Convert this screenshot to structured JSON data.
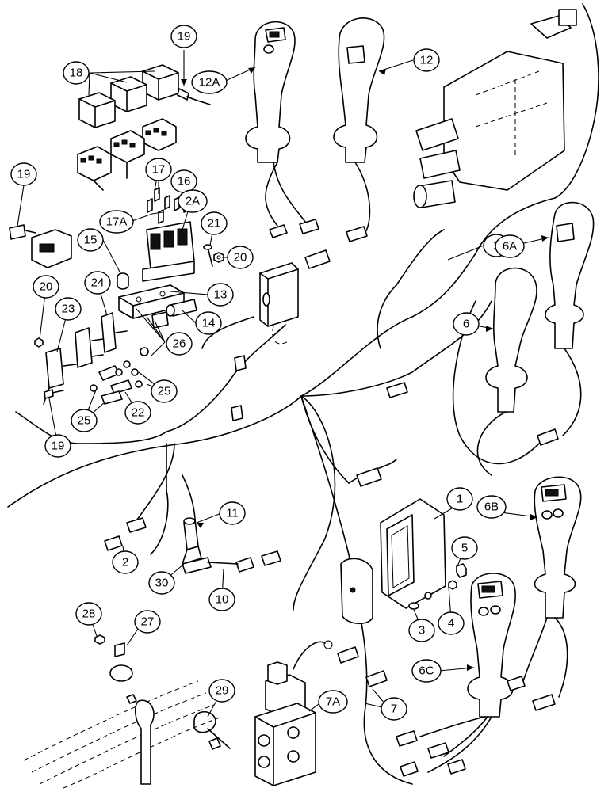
{
  "callouts": {
    "c1a": "1",
    "c1b": "1",
    "c2": "2",
    "c2A": "2A",
    "c3": "3",
    "c4": "4",
    "c5": "5",
    "c6": "6",
    "c6A": "6A",
    "c6B": "6B",
    "c6C": "6C",
    "c7": "7",
    "c7A": "7A",
    "c10": "10",
    "c11": "11",
    "c12": "12",
    "c12A": "12A",
    "c13": "13",
    "c14": "14",
    "c15": "15",
    "c16": "16",
    "c17": "17",
    "c17A": "17A",
    "c18": "18",
    "c19a": "19",
    "c19b": "19",
    "c19c": "19",
    "c20a": "20",
    "c20b": "20",
    "c21": "21",
    "c22": "22",
    "c23": "23",
    "c24": "24",
    "c25a": "25",
    "c25b": "25",
    "c26": "26",
    "c27": "27",
    "c28": "28",
    "c29": "29",
    "c30": "30"
  },
  "icons": [
    "relay-icon",
    "fuse-icon",
    "joystick-handle-icon",
    "connector-icon",
    "solenoid-valve-icon",
    "control-valve-icon",
    "controller-module-icon",
    "pressure-switch-icon",
    "bolt-icon",
    "nut-icon",
    "clamp-icon",
    "diode-icon"
  ]
}
